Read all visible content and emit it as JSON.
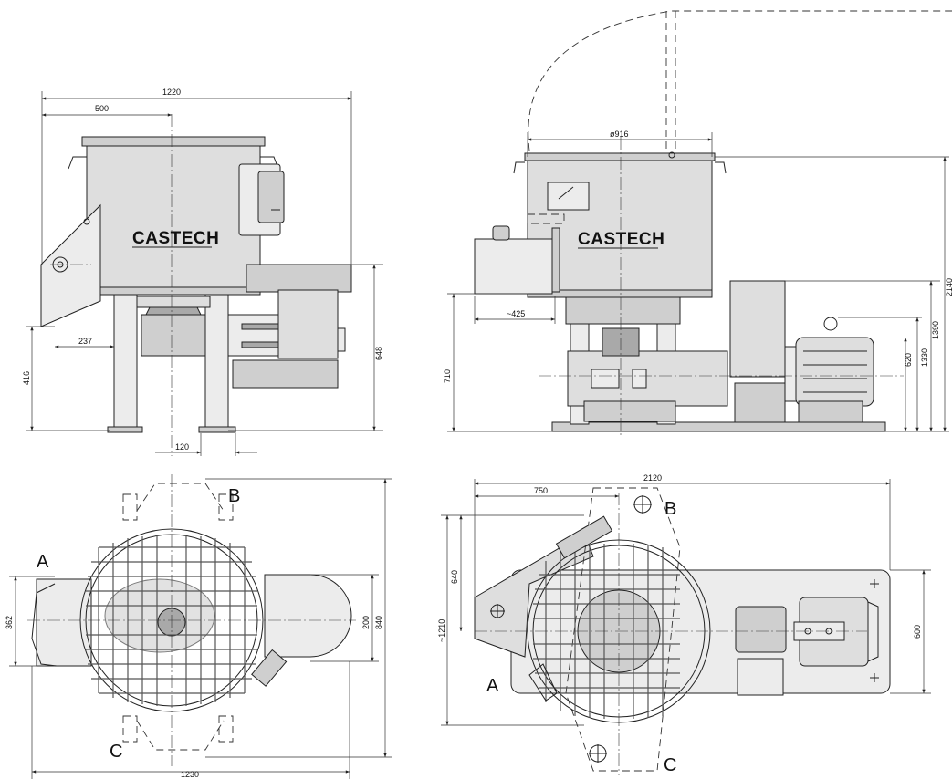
{
  "brand": "CASTECH",
  "views": {
    "front": {
      "dims": {
        "overall_width": "1220",
        "offset": "500",
        "height": "648",
        "leg_height": "416",
        "chute": "237",
        "foot": "120"
      }
    },
    "side": {
      "dims": {
        "diameter": "ø916",
        "chute": "~425",
        "base_height": "710",
        "total_height": "2140",
        "h1390": "1390",
        "h1330": "1330",
        "h620": "620"
      }
    },
    "top_left": {
      "labels": {
        "a": "A",
        "b": "B",
        "c": "C"
      },
      "dims": {
        "w362": "362",
        "w200": "200",
        "w840": "840",
        "w1230": "1230"
      }
    },
    "top_right": {
      "labels": {
        "a": "A",
        "b": "B",
        "c": "C"
      },
      "dims": {
        "w2120": "2120",
        "w750": "750",
        "h640": "640",
        "h1210": "~1210",
        "h600": "600"
      }
    }
  }
}
